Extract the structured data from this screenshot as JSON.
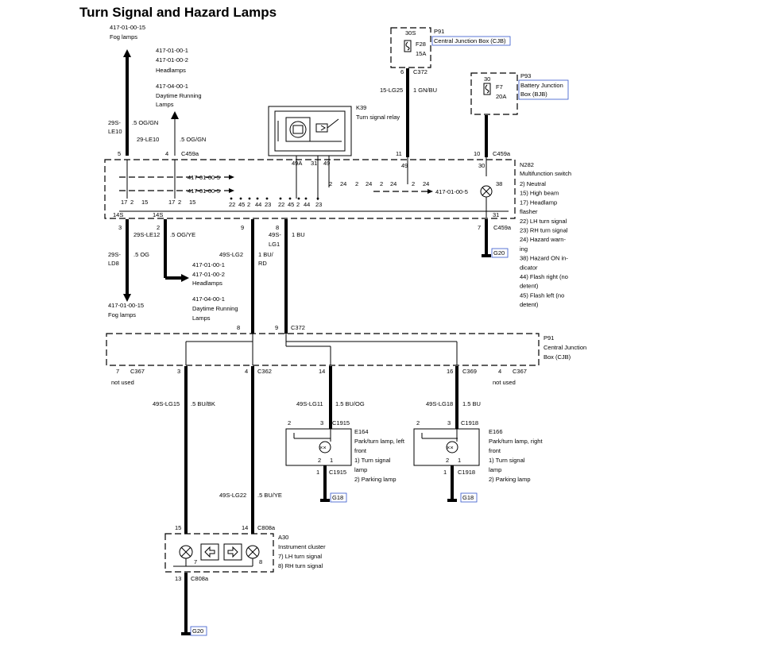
{
  "title": "Turn Signal and Hazard Lamps",
  "refs": {
    "fog_top": "417-01-00-15",
    "fog_top_lbl": "Fog lamps",
    "hl1": "417-01-00-1",
    "hl2": "417-01-00-2",
    "hl_lbl": "Headlamps",
    "drl": "417-04-00-1",
    "drl_lbl1": "Daytime Running",
    "drl_lbl2": "Lamps",
    "ms_ref": "417-01-00-5",
    "fog_bot": "417-01-00-15",
    "fog_bot_lbl": "Fog lamps"
  },
  "components": {
    "p91_top": {
      "id": "P91",
      "name": "Central Junction Box (CJB)",
      "fuse": "F28",
      "rating": "15A",
      "term": "30S"
    },
    "p93": {
      "id": "P93",
      "name1": "Battery Junction",
      "name2": "Box (BJB)",
      "fuse": "F7",
      "rating": "20A",
      "term": "30"
    },
    "k39": {
      "id": "K39",
      "name": "Turn signal relay"
    },
    "n282": {
      "id": "N282",
      "name": "Multifunction switch",
      "legend": [
        "2)   Neutral",
        "15)  High beam",
        "17)  Headlamp",
        "       flasher",
        "22)  LH turn signal",
        "23)  RH turn signal",
        "24)  Hazard warn-",
        "       ing",
        "38)  Hazard ON in-",
        "       dicator",
        "44)  Flash right (no",
        "       detent)",
        "45)  Flash left (no",
        "       detent)"
      ]
    },
    "p91_mid": {
      "id": "P91",
      "name1": "Central Junction",
      "name2": "Box (CJB)"
    },
    "e164": {
      "id": "E164",
      "name1": "Park/turn lamp, left",
      "name2": "front",
      "l1": "1)   Turn signal",
      "l1b": "       lamp",
      "l2": "2)   Parking lamp"
    },
    "e166": {
      "id": "E166",
      "name1": "Park/turn lamp, right",
      "name2": "front",
      "l1": "1)   Turn signal",
      "l1b": "       lamp",
      "l2": "2)   Parking lamp"
    },
    "a30": {
      "id": "A30",
      "name": "Instrument cluster",
      "l1": "7)   LH turn signal",
      "l2": "8)   RH turn signal"
    }
  },
  "connectors": {
    "c372": "C372",
    "c459a": "C459a",
    "c367": "C367",
    "c362": "C362",
    "c369": "C369",
    "c1915": "C1915",
    "c1918": "C1918",
    "c808a": "C808a",
    "not_used": "not used"
  },
  "grounds": {
    "g20": "G20",
    "g18": "G18"
  },
  "wires": {
    "le10_circ": "29S-",
    "le10_circ2": "LE10",
    "le10_color": ".5 OG/GN",
    "le10b": "29-LE10",
    "le10b_color": ".5 OG/GN",
    "lg25": "15-LG25",
    "lg25_color": "1 GN/BU",
    "le12": "29S-LE12",
    "le12_color": ".5 OG/YE",
    "ld8a": "29S-",
    "ld8b": "LD8",
    "ld8_color": ".5 OG",
    "lg2": "49S-LG2",
    "lg2_color1": "1 BU/",
    "lg2_color2": "RD",
    "lg1a": "49S-",
    "lg1b": "LG1",
    "lg1_color": "1 BU",
    "lg15": "49S-LG15",
    "lg15_color": ".5 BU/BK",
    "lg11": "49S-LG11",
    "lg11_color": "1.5 BU/OG",
    "lg18": "49S-LG18",
    "lg18_color": "1.5 BU",
    "lg22": "49S-LG22",
    "lg22_color": ".5 BU/YE"
  },
  "pins": {
    "p6": "6",
    "p5": "5",
    "p4": "4",
    "p11": "11",
    "p10": "10",
    "p49": "49",
    "p30": "30",
    "p49a": "49A",
    "p31": "31",
    "p49k": "49",
    "p38": "38",
    "p3": "3",
    "p2": "2",
    "p9": "9",
    "p8": "8",
    "p7": "7",
    "p31b": "31",
    "p14s_a": "14S",
    "p14s_b": "14S",
    "p8c": "8",
    "p9c": "9",
    "p7c": "7",
    "p3c": "3",
    "p4c": "4",
    "p14c": "14",
    "p16c": "16",
    "p4d": "4",
    "e164_2": "2",
    "e164_3": "3",
    "e164_2b": "2",
    "e164_1": "1",
    "e164_1b": "1",
    "e166_2": "2",
    "e166_3": "3",
    "e166_2b": "2",
    "e166_1": "1",
    "e166_1b": "1",
    "a30_15": "15",
    "a30_14": "14",
    "a30_7": "7",
    "a30_8": "8",
    "a30_13": "13"
  },
  "switch_pins": {
    "row1": [
      "17",
      "2",
      "15",
      "17",
      "2",
      "15"
    ],
    "row2": [
      "22",
      "45",
      "2",
      "44",
      "23",
      "22",
      "45",
      "2",
      "44",
      "23"
    ],
    "row3": [
      "2",
      "24",
      "2",
      "24",
      "2",
      "24",
      "2",
      "24"
    ]
  }
}
